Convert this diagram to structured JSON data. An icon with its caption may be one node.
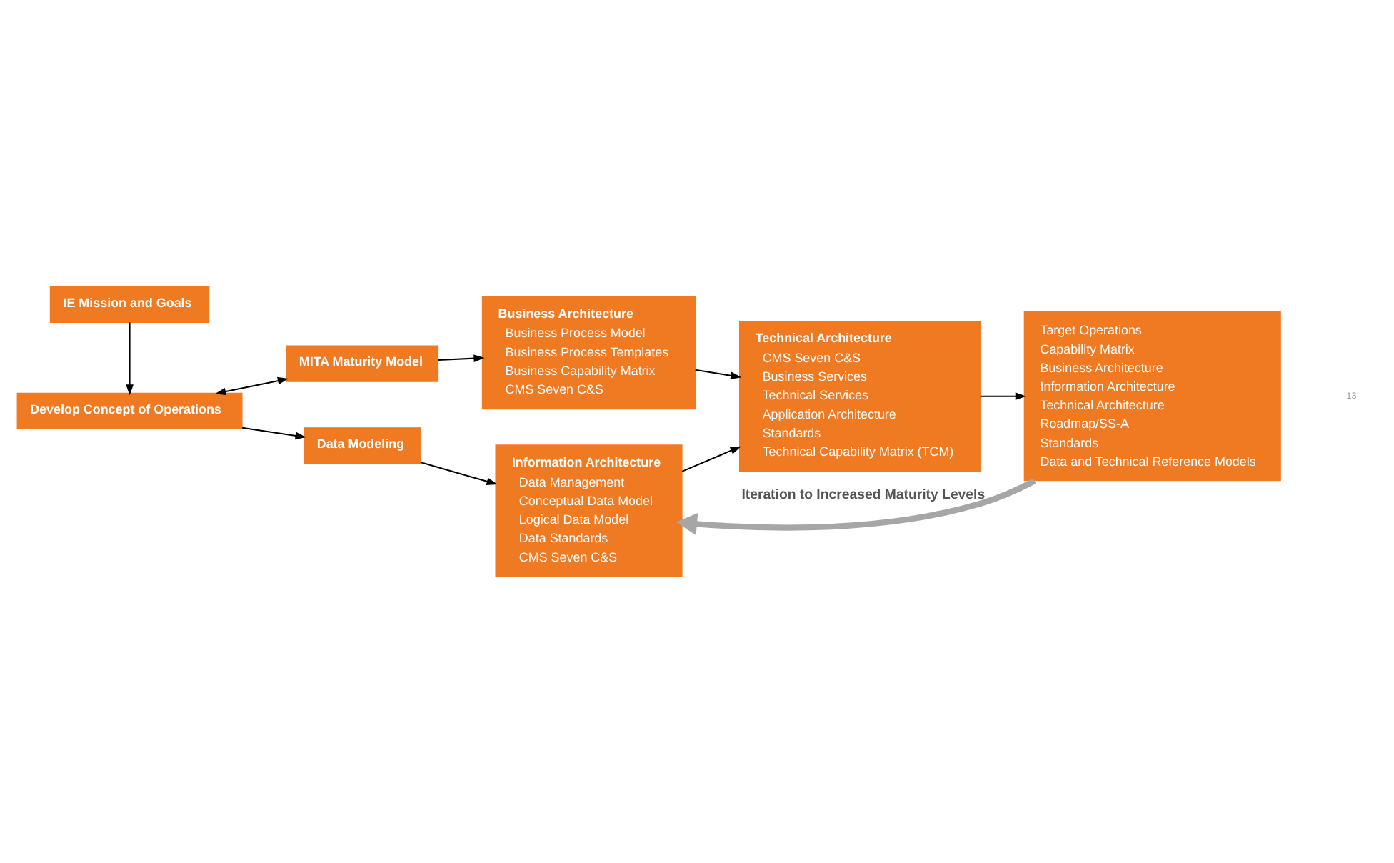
{
  "diagram": {
    "nodes": [
      {
        "text": [
          "IE Mission and Goals"
        ]
      },
      {
        "text": [
          "Develop Concept of Operations"
        ]
      },
      {
        "text": [
          "MITA Maturity Model"
        ]
      },
      {
        "text": [
          "Business Architecture",
          "Business Process Model",
          "Business Process Templates",
          "Business Capability Matrix",
          "CMS Seven C&S"
        ]
      },
      {
        "text": [
          "Data Modeling"
        ]
      },
      {
        "text": [
          "Information Architecture",
          "Data Management",
          "Conceptual Data Model",
          "Logical Data Model",
          "Data Standards",
          "CMS Seven C&S"
        ]
      },
      {
        "text": [
          "Technical Architecture",
          "CMS Seven C&S",
          "Business Services",
          "Technical Services",
          "Application Architecture",
          "Standards",
          "Technical Capability Matrix (TCM)"
        ]
      },
      {
        "text": [
          "Target Operations",
          "Capability Matrix",
          "Business Architecture",
          "Information Architecture",
          "Technical Architecture",
          "Roadmap/SS-A",
          "Standards",
          "Data and Technical Reference Models"
        ]
      }
    ],
    "edges": [
      {
        "from": 0,
        "to": 1,
        "arrow": "to"
      },
      {
        "from": 1,
        "to": 2,
        "arrow": "both"
      },
      {
        "from": 2,
        "to": 3,
        "arrow": "to"
      },
      {
        "from": 1,
        "to": 4,
        "arrow": "to"
      },
      {
        "from": 4,
        "to": 5,
        "arrow": "to"
      },
      {
        "from": 3,
        "to": 6,
        "arrow": "to"
      },
      {
        "from": 5,
        "to": 6,
        "arrow": "to"
      },
      {
        "from": 6,
        "to": 7,
        "arrow": "to"
      },
      {
        "from": 7,
        "to": 5,
        "arrow": "to",
        "label": "Iteration to Increased Maturity Levels",
        "style": "thick",
        "color": "#a6a6a6"
      }
    ],
    "labels": [
      "13"
    ]
  }
}
